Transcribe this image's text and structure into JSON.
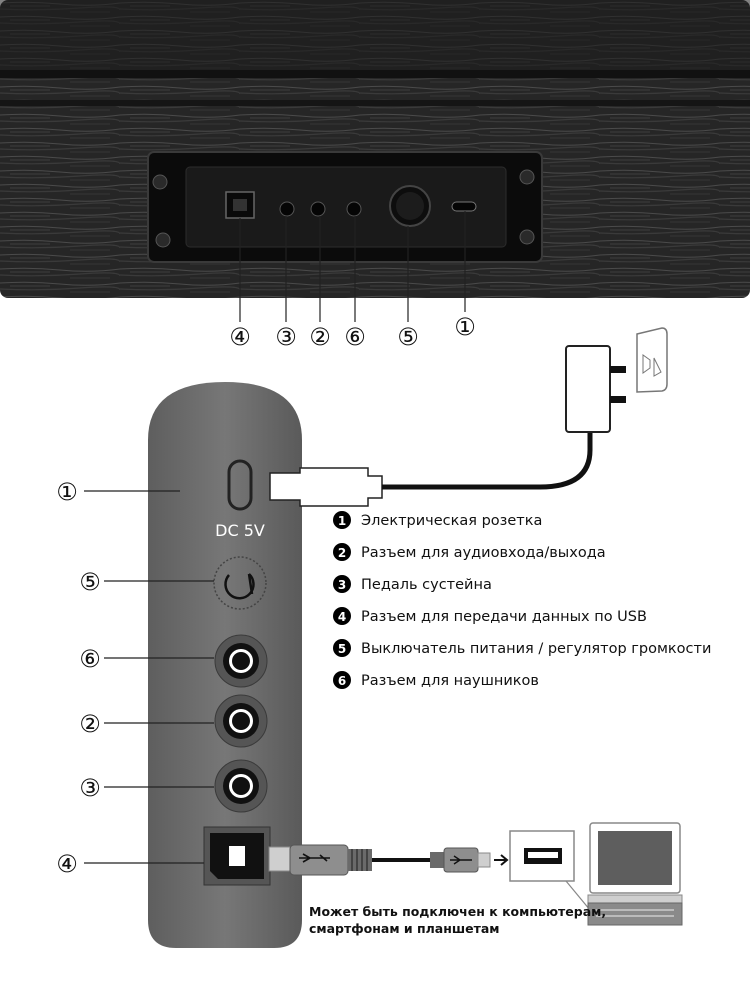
{
  "top_labels": [
    "④",
    "③",
    "②",
    "⑥",
    "⑤",
    "①"
  ],
  "side_labels": [
    "①",
    "⑤",
    "⑥",
    "②",
    "③",
    "④"
  ],
  "panel": {
    "dc_label": "DC 5V"
  },
  "legend": [
    {
      "num": "1",
      "text": "Электрическая розетка"
    },
    {
      "num": "2",
      "text": "Разъем для аудиовхода/выхода"
    },
    {
      "num": "3",
      "text": "Педаль сустейна"
    },
    {
      "num": "4",
      "text": "Разъем для передачи данных по USB"
    },
    {
      "num": "5",
      "text": "Выключатель питания / регулятор громкости"
    },
    {
      "num": "6",
      "text": "Разъем для наушников"
    }
  ],
  "note": {
    "line1": "Может быть подключен к компьютерам,",
    "line2": "смартфонам и планшетам"
  },
  "colors": {
    "wood": "#2b2b2b",
    "panel": "#6f6f6f",
    "accent": "#000000"
  }
}
